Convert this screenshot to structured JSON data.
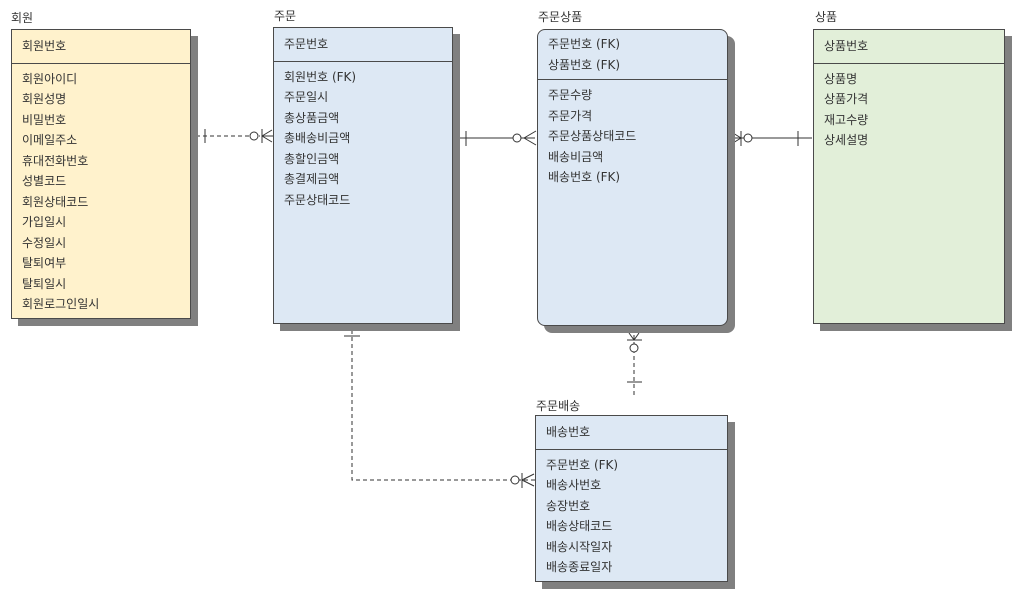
{
  "entities": {
    "member": {
      "name": "회원",
      "pk": [
        "회원번호"
      ],
      "attrs": [
        "회원아이디",
        "회원성명",
        "비밀번호",
        "이메일주소",
        "휴대전화번호",
        "성별코드",
        "회원상태코드",
        "가입일시",
        "수정일시",
        "탈퇴여부",
        "탈퇴일시",
        "회원로그인일시"
      ],
      "color": "#fff2cc"
    },
    "order": {
      "name": "주문",
      "pk": [
        "주문번호"
      ],
      "attrs": [
        "회원번호 (FK)",
        "주문일시",
        "총상품금액",
        "총배송비금액",
        "총할인금액",
        "총결제금액",
        "주문상태코드"
      ],
      "color": "#dde8f4"
    },
    "order_item": {
      "name": "주문상품",
      "pk": [
        "주문번호 (FK)",
        "상품번호 (FK)"
      ],
      "attrs": [
        "주문수량",
        "주문가격",
        "주문상품상태코드",
        "배송비금액",
        "배송번호 (FK)"
      ],
      "color": "#dde8f4"
    },
    "product": {
      "name": "상품",
      "pk": [
        "상품번호"
      ],
      "attrs": [
        "상품명",
        "상품가격",
        "재고수량",
        "상세설명"
      ],
      "color": "#e2efd9"
    },
    "delivery": {
      "name": "주문배송",
      "pk": [
        "배송번호"
      ],
      "attrs": [
        "주문번호 (FK)",
        "배송사번호",
        "송장번호",
        "배송상태코드",
        "배송시작일자",
        "배송종료일자"
      ],
      "color": "#dde8f4"
    }
  },
  "relationships": [
    {
      "from": "회원",
      "to": "주문",
      "from_card": "one",
      "to_card": "zero-or-many",
      "style": "dashed"
    },
    {
      "from": "주문",
      "to": "주문상품",
      "from_card": "one",
      "to_card": "zero-or-many",
      "style": "solid"
    },
    {
      "from": "상품",
      "to": "주문상품",
      "from_card": "one",
      "to_card": "zero-or-many",
      "style": "solid"
    },
    {
      "from": "주문배송",
      "to": "주문상품",
      "from_card": "one",
      "to_card": "zero-or-many",
      "style": "dashed"
    },
    {
      "from": "주문",
      "to": "주문배송",
      "from_card": "one",
      "to_card": "zero-or-many",
      "style": "dashed"
    }
  ]
}
